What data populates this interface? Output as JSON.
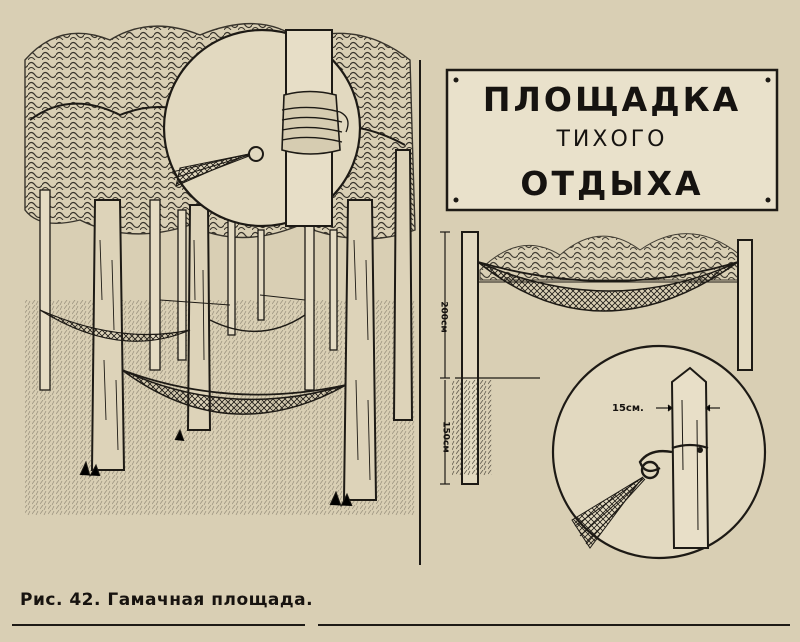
{
  "sign": {
    "line1": "ПЛОЩАДКА",
    "line2": "ТИХОГО",
    "line3": "ОТДЫХА"
  },
  "dimensions": {
    "height_upper": "200см",
    "height_lower": "150см",
    "diameter": "15см."
  },
  "caption": "Рис. 42. Гамачная площада.",
  "colors": {
    "paper": "#d9cfb4",
    "ink": "#161310"
  },
  "icons": [
    "tree-illustration",
    "hammock-illustration",
    "post-detail-illustration"
  ]
}
